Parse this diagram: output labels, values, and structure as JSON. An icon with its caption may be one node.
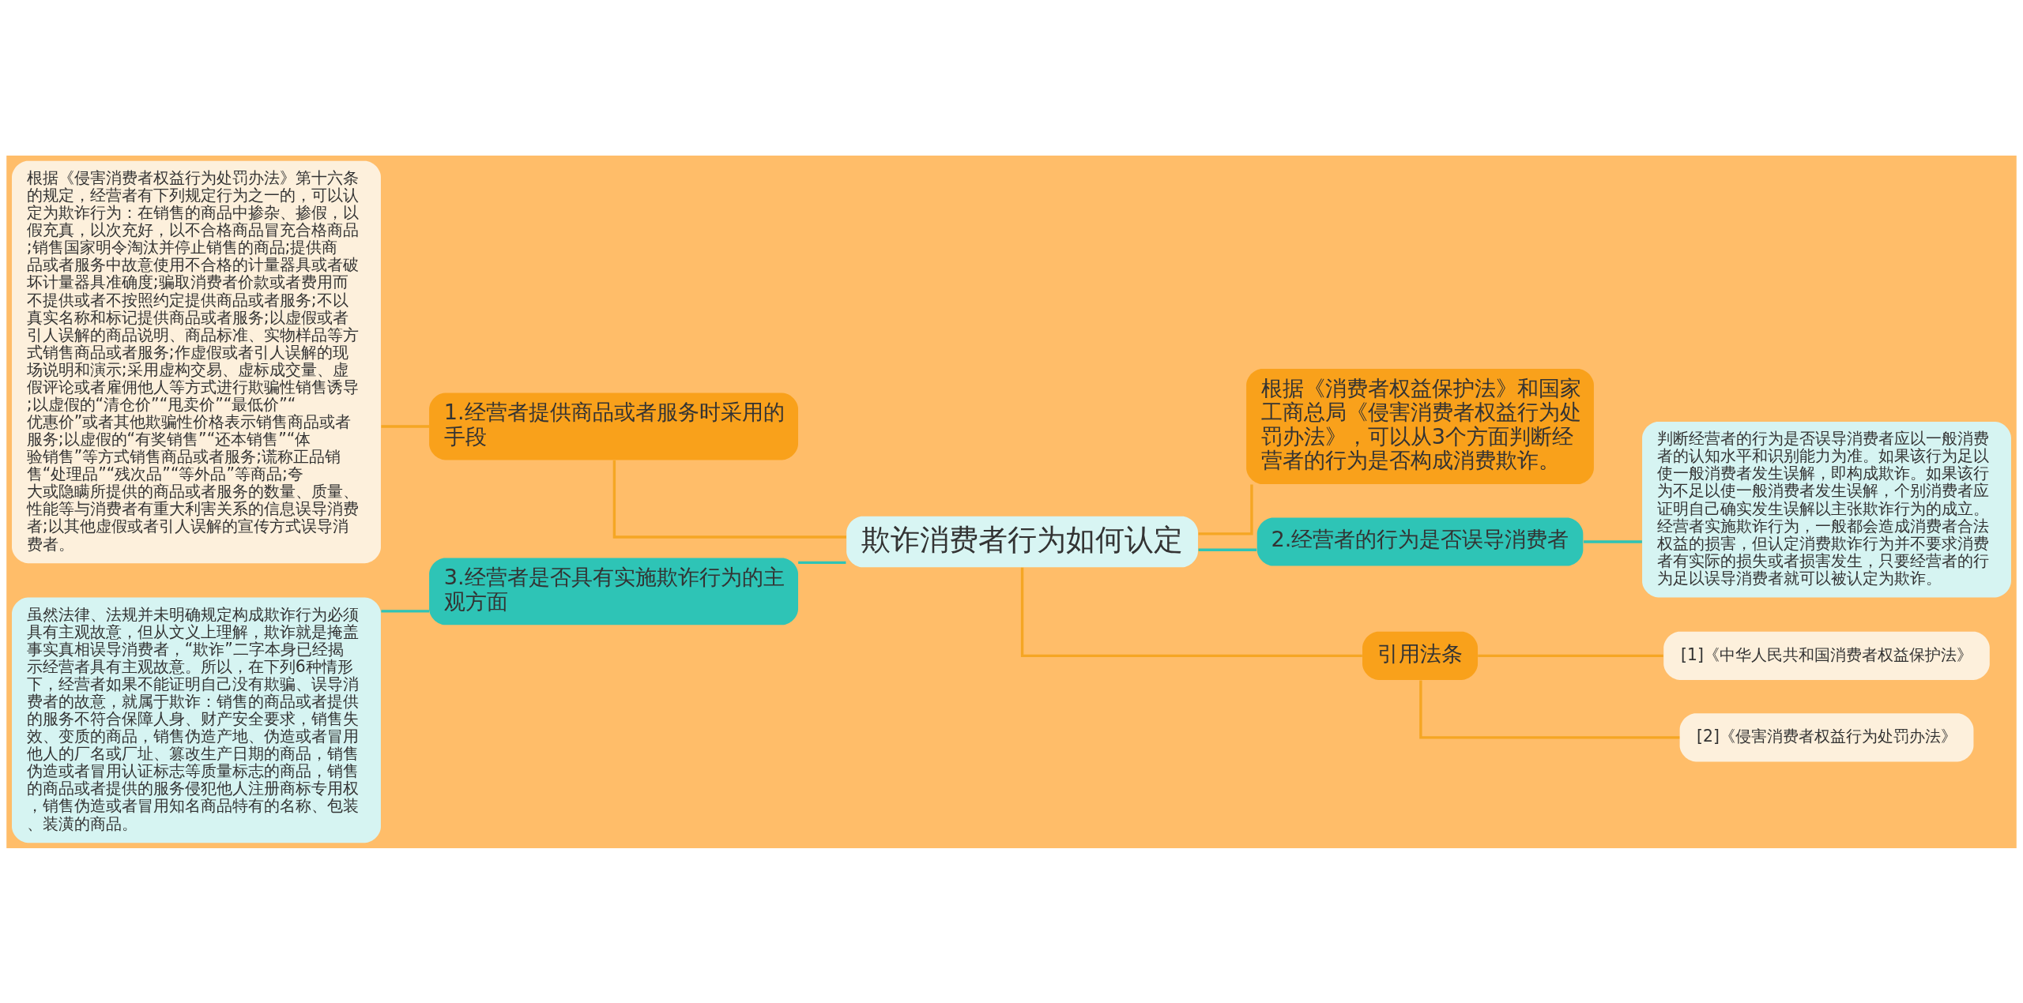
{
  "diagram": {
    "nodes": [
      {
        "text": [
          "欺诈消费者行为如何认定"
        ]
      },
      {
        "text": [
          "1.经营者提供商品或者服务时采用的手段"
        ]
      },
      {
        "text": [
          "根据《侵害消费者权益行为处罚办法》第十六条的规定，经营者有下列规定行为之一的，可以认定为欺诈行为：在销售的商品中掺杂、掺假，以假充真，以次充好，以不合格商品冒充合格商品;销售国家明令淘汰并停止销售的商品;提供商品或者服务中故意使用不合格的计量器具或者破坏计量器具准确度;骗取消费者价款或者费用而不提供或者不按照约定提供商品或者服务;不以真实名称和标记提供商品或者服务;以虚假或者引人误解的商品说明、商品标准、实物样品等方式销售商品或者服务;作虚假或者引人误解的现场说明和演示;采用虚构交易、虚标成交量、虚假评论或者雇佣他人等方式进行欺骗性销售诱导;以虚假的“清仓价”“甩卖价”“最低价”“优惠价”或者其他欺骗性价格表示销售商品或者服务;以虚假的“有奖销售”“还本销售”“体验销售”等方式销售商品或者服务;谎称正品销售“处理品”“残次品”“等外品”等商品;夸大或隐瞒所提供的商品或者服务的数量、质量、性能等与消费者有重大利害关系的信息误导消费者;以其他虚假或者引人误解的宣传方式误导消费者。"
        ]
      },
      {
        "text": [
          "3.经营者是否具有实施欺诈行为的主观方面"
        ]
      },
      {
        "text": [
          "虽然法律、法规并未明确规定构成欺诈行为必须具有主观故意，但从文义上理解，欺诈就是掩盖事实真相误导消费者，“欺诈”二字本身已经揭示经营者具有主观故意。所以，在下列6种情形下，经营者如果不能证明自己没有欺骗、误导消费者的故意，就属于欺诈：销售的商品或者提供的服务不符合保障人身、财产安全要求，销售失效、变质的商品，销售伪造产地、伪造或者冒用他人的厂名或厂址、篡改生产日期的商品，销售伪造或者冒用认证标志等质量标志的商品，销售的商品或者提供的服务侵犯他人注册商标专用权，销售伪造或者冒用知名商品特有的名称、包装、装潢的商品。"
        ]
      },
      {
        "text": [
          "根据《消费者权益保护法》和国家工商总局《侵害消费者权益行为处罚办法》，可以从3个方面判断经营者的行为是否构成消费欺诈。"
        ]
      },
      {
        "text": [
          "2.经营者的行为是否误导消费者"
        ]
      },
      {
        "text": [
          "判断经营者的行为是否误导消费者应以一般消费者的认知水平和识别能力为准。如果该行为足以使一般消费者发生误解，即构成欺诈。如果该行为不足以使一般消费者发生误解，个别消费者应证明自己确实发生误解以主张欺诈行为的成立。经营者实施欺诈行为，一般都会造成消费者合法权益的损害，但认定消费欺诈行为并不要求消费者有实际的损失或者损害发生，只要经营者的行为足以误导消费者就可以被认定为欺诈。"
        ]
      },
      {
        "text": [
          "引用法条"
        ]
      },
      {
        "text": [
          "[1]《中华人民共和国消费者权益保护法》"
        ]
      },
      {
        "text": [
          "[2]《侵害消费者权益行为处罚办法》"
        ]
      }
    ],
    "edges": [
      {
        "from": 0,
        "to": 1,
        "arrow": "none"
      },
      {
        "from": 1,
        "to": 2,
        "arrow": "none"
      },
      {
        "from": 0,
        "to": 3,
        "arrow": "none",
        "color": "#2ec4b6"
      },
      {
        "from": 3,
        "to": 4,
        "arrow": "none",
        "color": "#2ec4b6"
      },
      {
        "from": 0,
        "to": 5,
        "arrow": "none"
      },
      {
        "from": 0,
        "to": 6,
        "arrow": "none",
        "color": "#2ec4b6"
      },
      {
        "from": 6,
        "to": 7,
        "arrow": "none",
        "color": "#2ec4b6"
      },
      {
        "from": 0,
        "to": 8,
        "arrow": "none"
      },
      {
        "from": 8,
        "to": 9,
        "arrow": "none"
      },
      {
        "from": 8,
        "to": 10,
        "arrow": "none"
      }
    ]
  }
}
